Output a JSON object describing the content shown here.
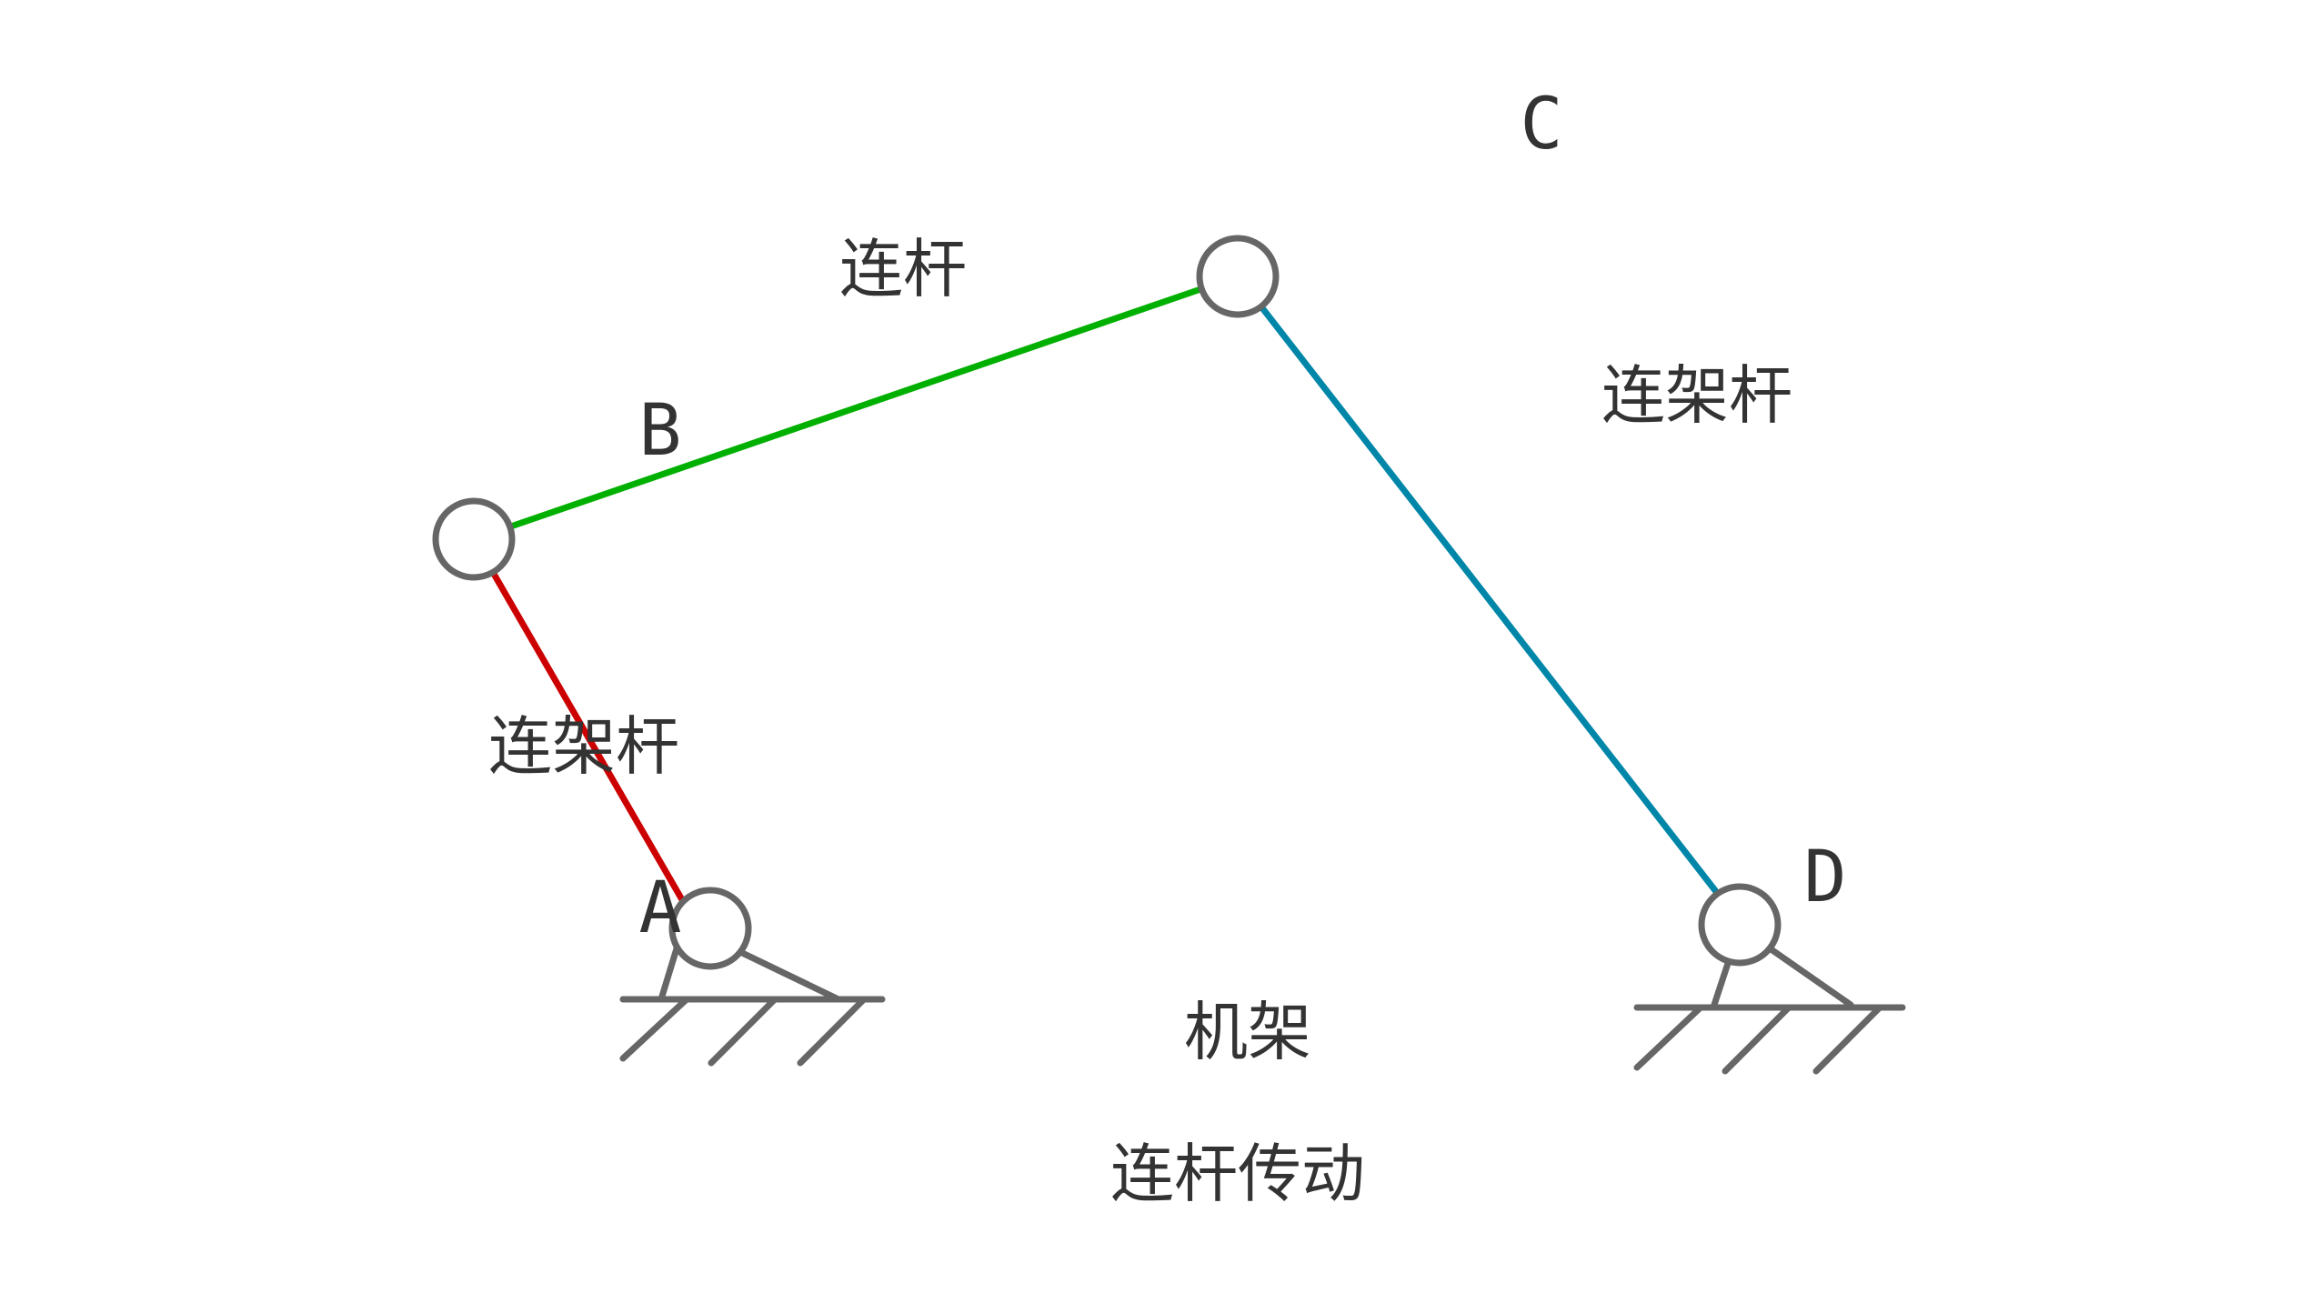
{
  "labels": {
    "a": "A",
    "b": "B",
    "c": "C",
    "d": "D",
    "link_ab": "连架杆",
    "link_bc": "连杆",
    "link_cd": "连架杆",
    "frame": "机架",
    "caption": "连杆传动"
  },
  "colors": {
    "link_ab": "#cc0000",
    "link_bc": "#00b000",
    "link_cd": "#0086a8",
    "joint_stroke": "#666666",
    "ground": "#666666",
    "text": "#333333"
  },
  "icons": {
    "joint": "pin-joint-icon",
    "ground_support": "fixed-pivot-hatched-ground-icon"
  }
}
